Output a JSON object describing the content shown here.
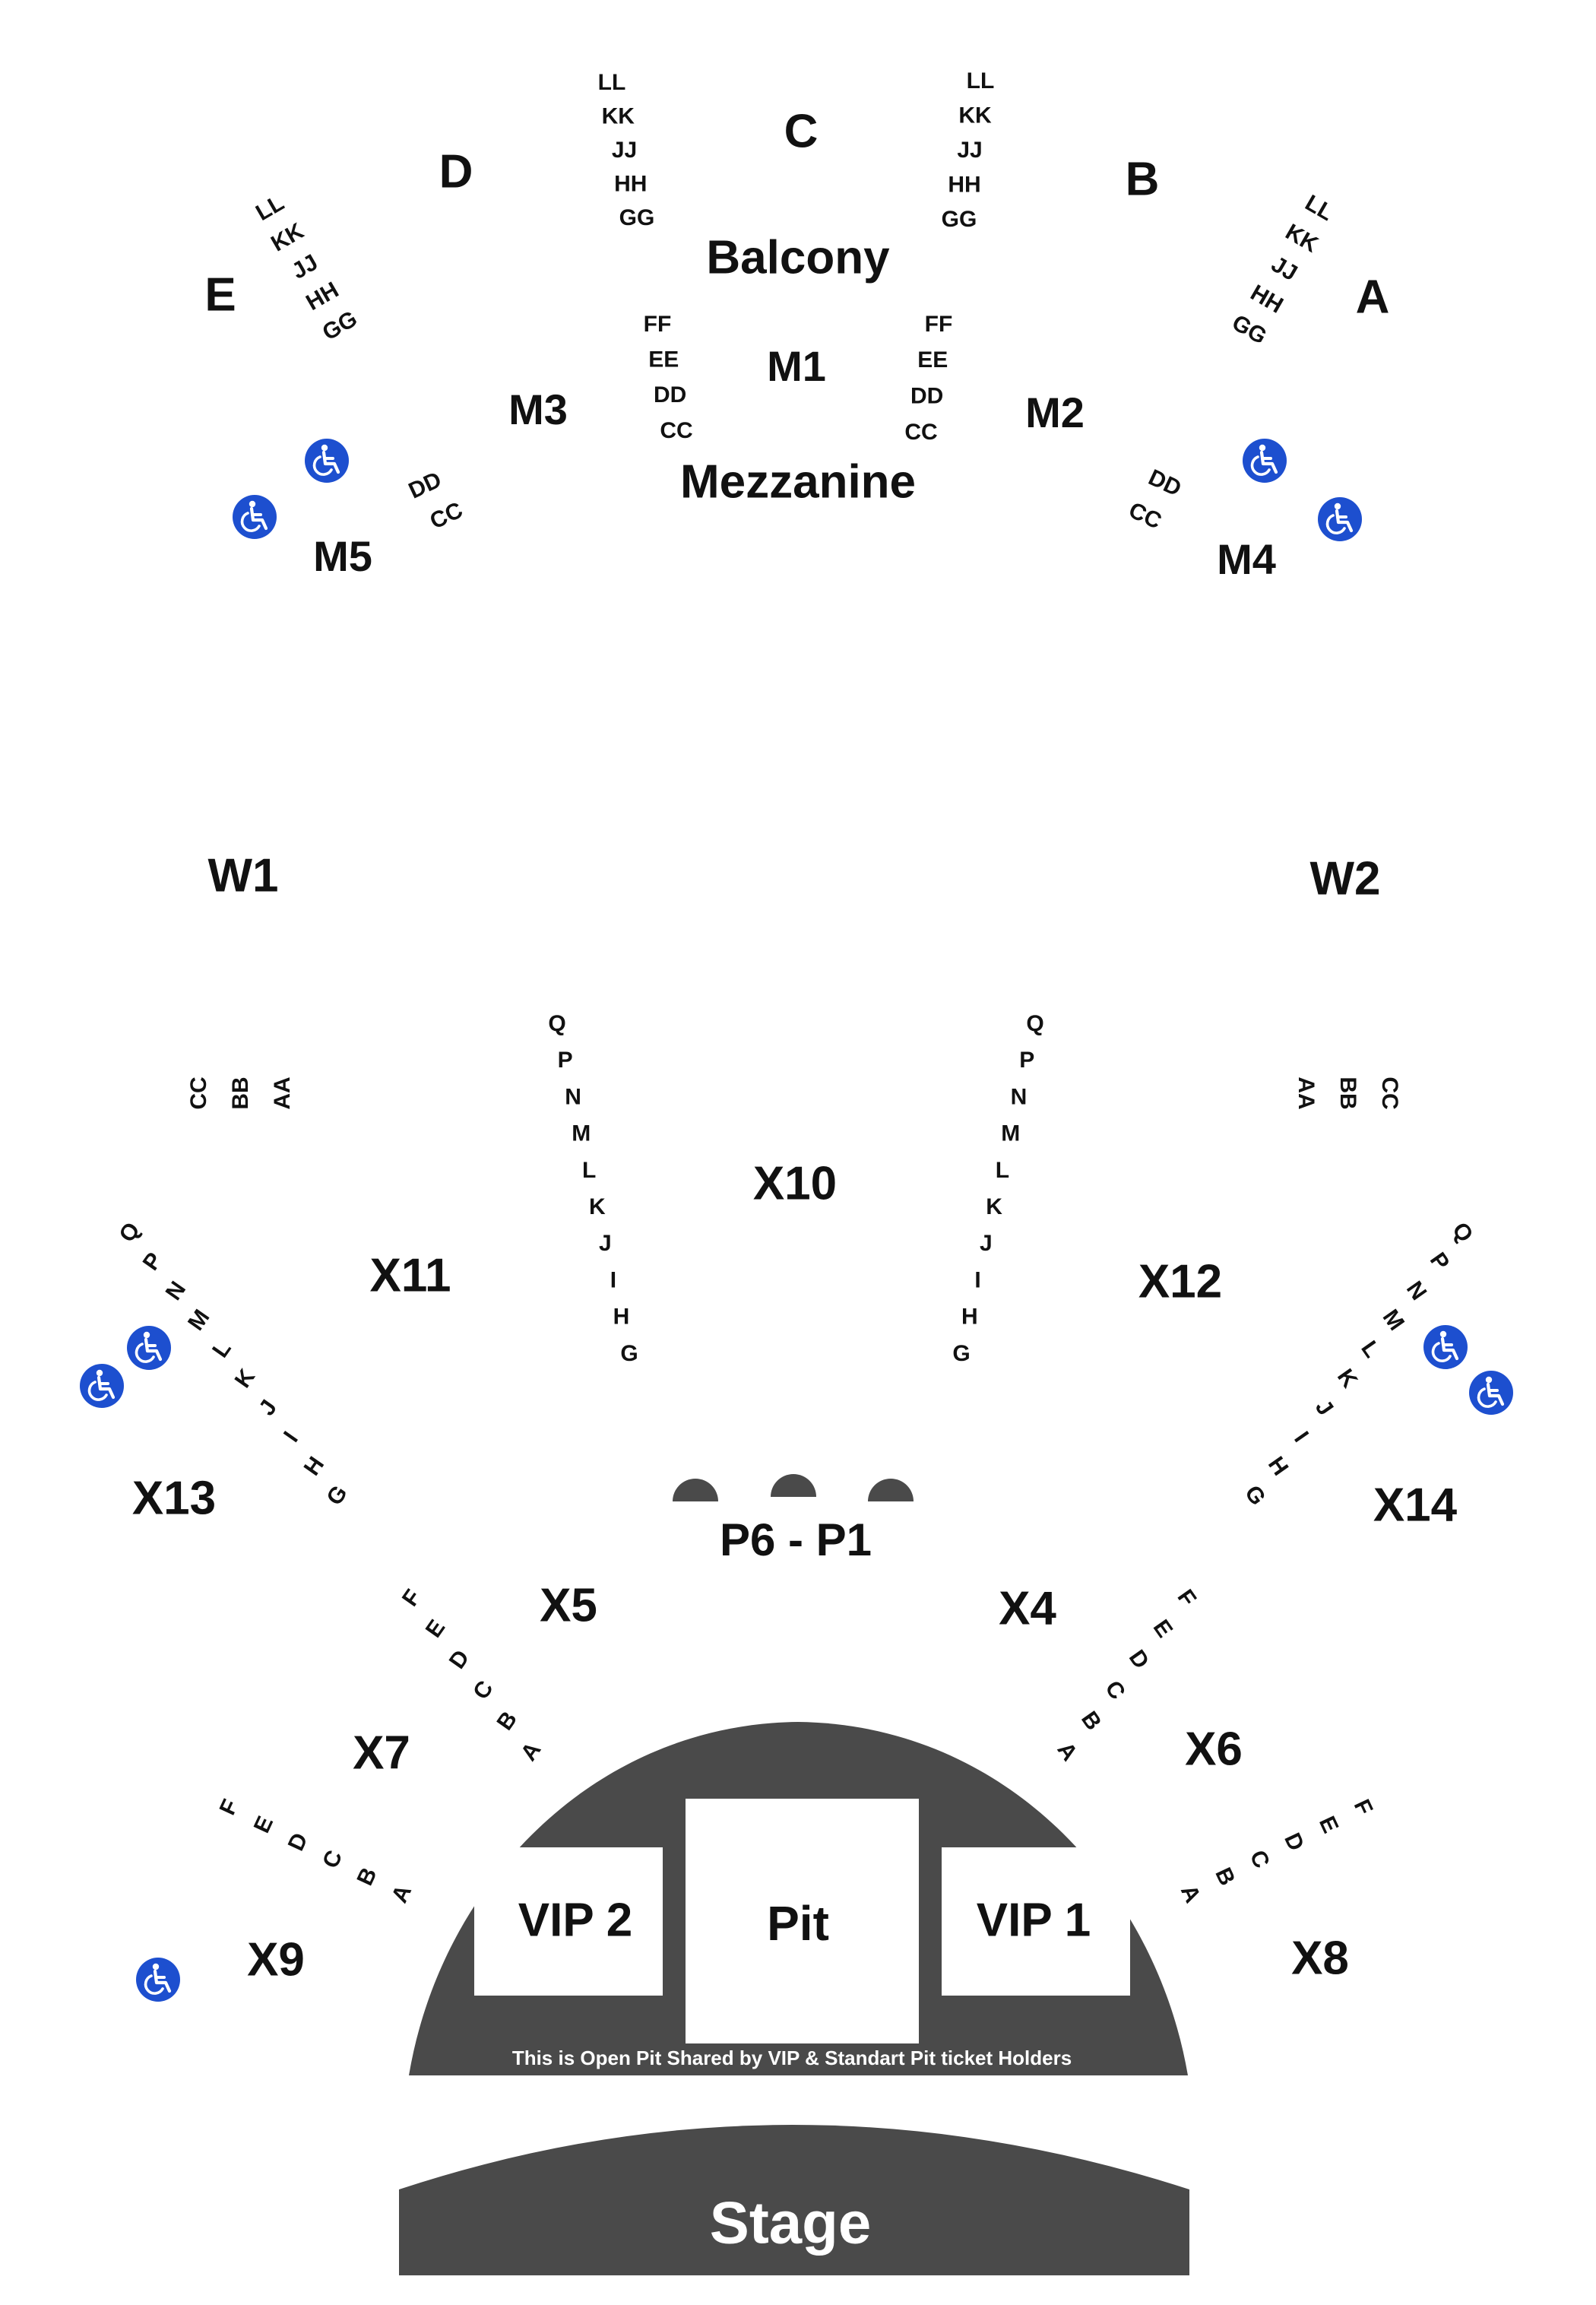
{
  "colors": {
    "background": "#ffffff",
    "text": "#111111",
    "stage_fill": "#4a4a4a",
    "pit_text": "#ffffff",
    "accessible_badge": "#1d4fcf"
  },
  "areas": {
    "balcony": "Balcony",
    "mezzanine": "Mezzanine",
    "stage": "Stage",
    "pit": "Pit",
    "pit_note": "This is Open Pit Shared by VIP & Standart Pit ticket Holders"
  },
  "sections": {
    "a": "A",
    "b": "B",
    "c": "C",
    "d": "D",
    "e": "E",
    "m1": "M1",
    "m2": "M2",
    "m3": "M3",
    "m4": "M4",
    "m5": "M5",
    "w1": "W1",
    "w2": "W2",
    "x4": "X4",
    "x5": "X5",
    "x6": "X6",
    "x7": "X7",
    "x8": "X8",
    "x9": "X9",
    "x10": "X10",
    "x11": "X11",
    "x12": "X12",
    "x13": "X13",
    "x14": "X14",
    "vip1": "VIP 1",
    "vip2": "VIP 2",
    "p6_p1": "P6 - P1"
  },
  "rows": {
    "balcony_rows": [
      "LL",
      "KK",
      "JJ",
      "HH",
      "GG"
    ],
    "mezzanine_rows": [
      "FF",
      "EE",
      "DD",
      "CC"
    ],
    "mezzanine_side_rows": [
      "DD",
      "CC"
    ],
    "wing_rows": [
      "CC",
      "BB",
      "AA"
    ],
    "orchestra_rows": [
      "Q",
      "P",
      "N",
      "M",
      "L",
      "K",
      "J",
      "I",
      "H",
      "G"
    ],
    "front_rows": [
      "F",
      "E",
      "D",
      "C",
      "B",
      "A"
    ]
  },
  "icons": {
    "accessible": "wheelchair-icon"
  }
}
